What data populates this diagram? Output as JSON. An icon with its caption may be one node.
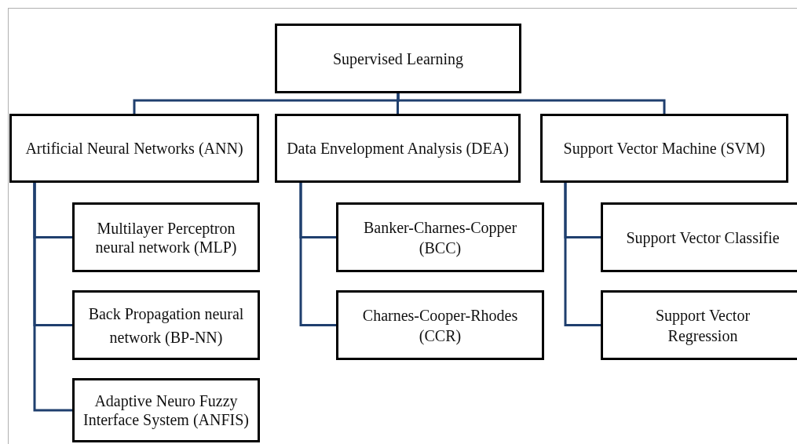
{
  "diagram": {
    "nodes": [
      {
        "text": [
          "Supervised Learning"
        ]
      },
      {
        "text": [
          "Artificial Neural Networks (ANN)"
        ]
      },
      {
        "text": [
          "Data Envelopment Analysis (DEA)"
        ]
      },
      {
        "text": [
          "Support Vector Machine (SVM)"
        ]
      },
      {
        "text": [
          "Multilayer Perceptron neural network (MLP)"
        ]
      },
      {
        "text": [
          "Back Propagation neural network (BP-NN)"
        ]
      },
      {
        "text": [
          "Adaptive Neuro Fuzzy Interface System (ANFIS)"
        ]
      },
      {
        "text": [
          "Banker-Charnes-Copper (BCC)"
        ]
      },
      {
        "text": [
          "Charnes-Cooper-Rhodes (CCR)"
        ]
      },
      {
        "text": [
          "Support Vector Classifie"
        ]
      },
      {
        "text": [
          "Support Vector Regression"
        ]
      }
    ],
    "edges": [
      {
        "from": 0,
        "to": 1,
        "arrow": "none"
      },
      {
        "from": 0,
        "to": 2,
        "arrow": "none"
      },
      {
        "from": 0,
        "to": 3,
        "arrow": "none"
      },
      {
        "from": 1,
        "to": 4,
        "arrow": "none"
      },
      {
        "from": 1,
        "to": 5,
        "arrow": "none"
      },
      {
        "from": 1,
        "to": 6,
        "arrow": "none"
      },
      {
        "from": 2,
        "to": 7,
        "arrow": "none"
      },
      {
        "from": 2,
        "to": 8,
        "arrow": "none"
      },
      {
        "from": 3,
        "to": 9,
        "arrow": "none"
      },
      {
        "from": 3,
        "to": 10,
        "arrow": "none"
      }
    ]
  }
}
